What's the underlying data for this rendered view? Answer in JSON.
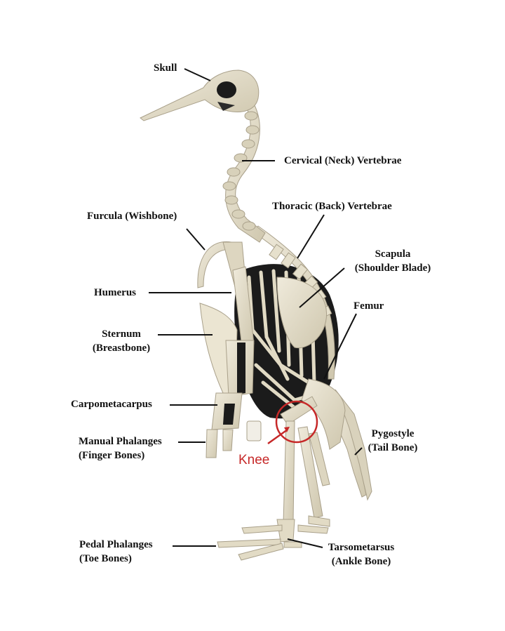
{
  "labels": {
    "skull": "Skull",
    "cervical": "Cervical (Neck) Vertebrae",
    "thoracic": "Thoracic (Back) Vertebrae",
    "furcula": "Furcula (Wishbone)",
    "scapula_1": "Scapula",
    "scapula_2": "(Shoulder Blade)",
    "humerus": "Humerus",
    "femur": "Femur",
    "sternum_1": "Sternum",
    "sternum_2": "(Breastbone)",
    "carpometacarpus": "Carpometacarpus",
    "manual_1": "Manual Phalanges",
    "manual_2": "(Finger Bones)",
    "pygostyle_1": "Pygostyle",
    "pygostyle_2": "(Tail Bone)",
    "knee": "Knee",
    "pedal_1": "Pedal Phalanges",
    "pedal_2": "(Toe Bones)",
    "tarso_1": "Tarsometarsus",
    "tarso_2": "(Ankle Bone)"
  },
  "colors": {
    "bone": "#e6e0cc",
    "bone_shadow": "#b9b19a",
    "dark": "#1b1b1b",
    "leader": "#111111",
    "knee": "#c62828"
  }
}
